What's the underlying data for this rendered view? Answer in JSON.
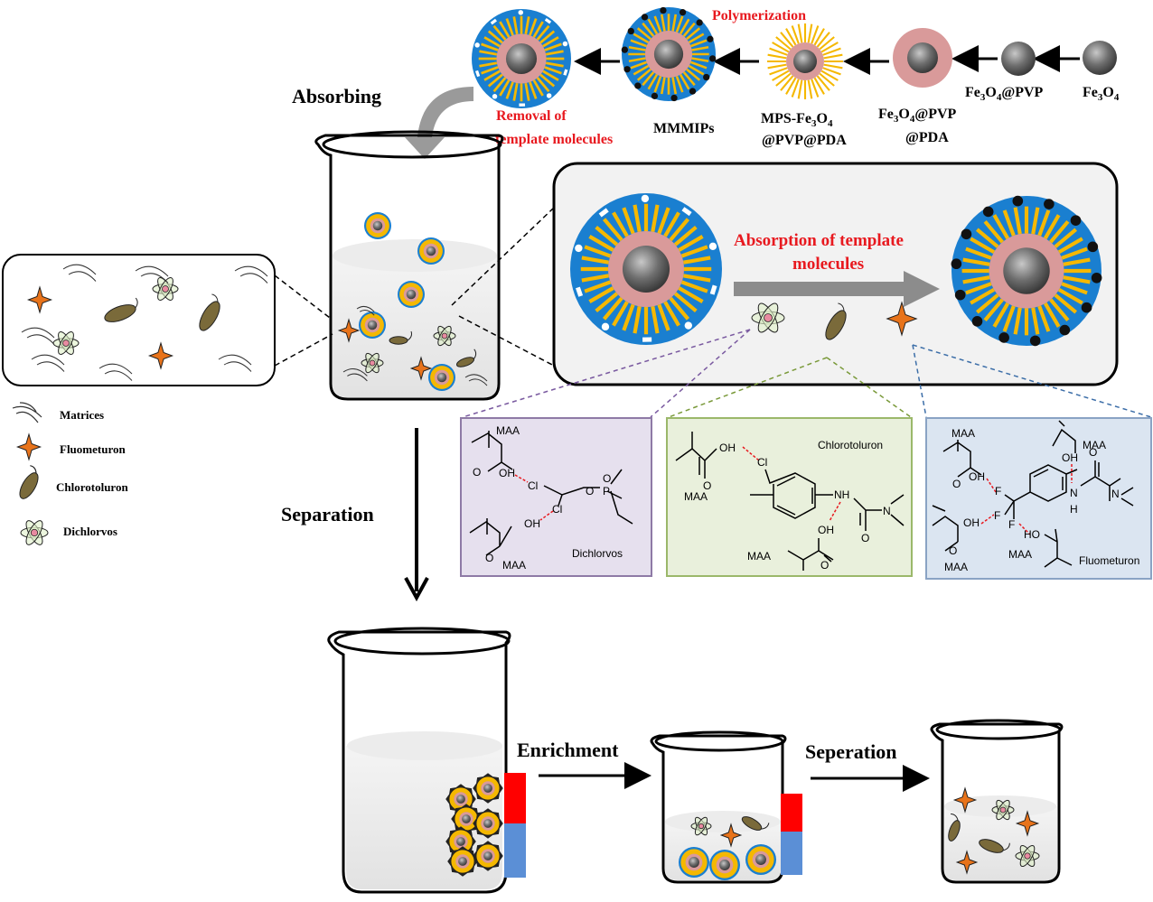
{
  "synthesis": {
    "polymerization": "Polymerization",
    "steps": [
      {
        "id": "fe3o4",
        "main": "Fe",
        "sub": "3",
        "mid": "O",
        "sub2": "4",
        "tail": ""
      },
      {
        "id": "pvp",
        "main": "Fe",
        "sub": "3",
        "mid": "O",
        "sub2": "4",
        "tail": "@PVP"
      }
    ],
    "fe3o4_label": "Fe3O4",
    "fe3o4_pvp_label": "Fe3O4@PVP",
    "fe3o4_pvp_pda_line1": "Fe3O4@PVP",
    "fe3o4_pvp_pda_line2": "@PDA",
    "mps_line1": "MPS-Fe3O4",
    "mps_line2": "@PVP@PDA",
    "mmmips": "MMMIPs",
    "removal_line1": "Removal of",
    "removal_line2": "template molecules"
  },
  "process": {
    "absorbing": "Absorbing",
    "separation": "Separation",
    "enrichment": "Enrichment",
    "seperation": "Seperation"
  },
  "inset": {
    "absorption_line1": "Absorption of template",
    "absorption_line2": "molecules"
  },
  "legend": {
    "items": [
      "Matrices",
      "Fluometuron",
      "Chlorotoluron",
      "Dichlorvos"
    ]
  },
  "structures": {
    "dichlorvos": {
      "name": "Dichlorvos",
      "maa1": "MAA",
      "maa2": "MAA",
      "oh1": "OH",
      "oh2": "OH",
      "cl1": "Cl",
      "cl2": "Cl",
      "o": "O",
      "p": "P"
    },
    "chlorotoluron": {
      "name": "Chlorotoluron",
      "maa1": "MAA",
      "maa2": "MAA",
      "oh1": "OH",
      "oh2": "OH",
      "cl": "Cl",
      "nh": "NH",
      "n": "N",
      "o1": "O",
      "o2": "O",
      "o3": "O"
    },
    "fluometuron": {
      "name": "Fluometuron",
      "maa1": "MAA",
      "maa2": "MAA",
      "maa3": "MAA",
      "maa4": "MAA",
      "oh1": "OH",
      "oh2": "OH",
      "ho1": "HO",
      "oh3": "OH",
      "f1": "F",
      "f2": "F",
      "f3": "F",
      "n": "N",
      "h": "H",
      "o": "O"
    }
  },
  "colors": {
    "red_label": "#e8191f",
    "core": "#7a7a7a",
    "pda": "#d99a9a",
    "pvp_ring": "#f2c37a",
    "spikes": "#f5b800",
    "shell": "#1a7fd0",
    "magnet_red": "#ff0000",
    "magnet_blue": "#5b8fd6",
    "dichlorvos_box": "#e6e0ee",
    "chlorotoluron_box": "#e9f0dc",
    "fluometuron_box": "#dbe5f1"
  }
}
